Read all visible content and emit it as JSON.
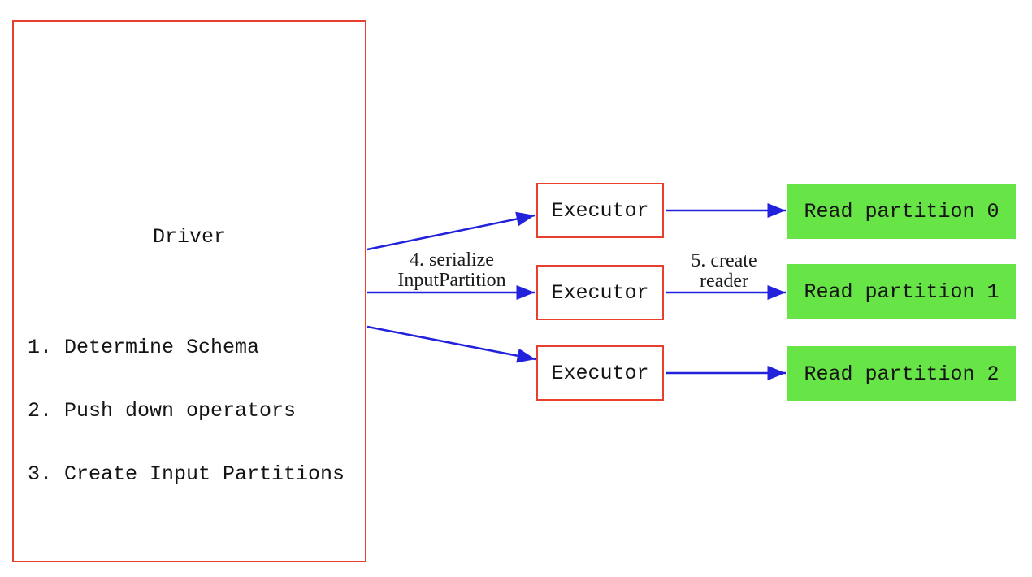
{
  "diagram": {
    "driver": {
      "title": "Driver",
      "steps": [
        "1. Determine Schema",
        "2. Push down operators",
        "3. Create Input Partitions"
      ]
    },
    "executors": [
      {
        "label": "Executor"
      },
      {
        "label": "Executor"
      },
      {
        "label": "Executor"
      }
    ],
    "read_partitions": [
      {
        "label": "Read partition 0"
      },
      {
        "label": "Read partition 1"
      },
      {
        "label": "Read partition 2"
      }
    ],
    "arrow_labels": {
      "serialize_input_partition": {
        "line1": "4. serialize",
        "line2": "InputPartition"
      },
      "create_reader": {
        "line1": "5. create",
        "line2": "reader"
      }
    },
    "colors": {
      "box_border_red": "#e8402e",
      "partition_fill_green": "#68e546",
      "arrow_blue": "#2222dd",
      "text": "#141414"
    }
  }
}
